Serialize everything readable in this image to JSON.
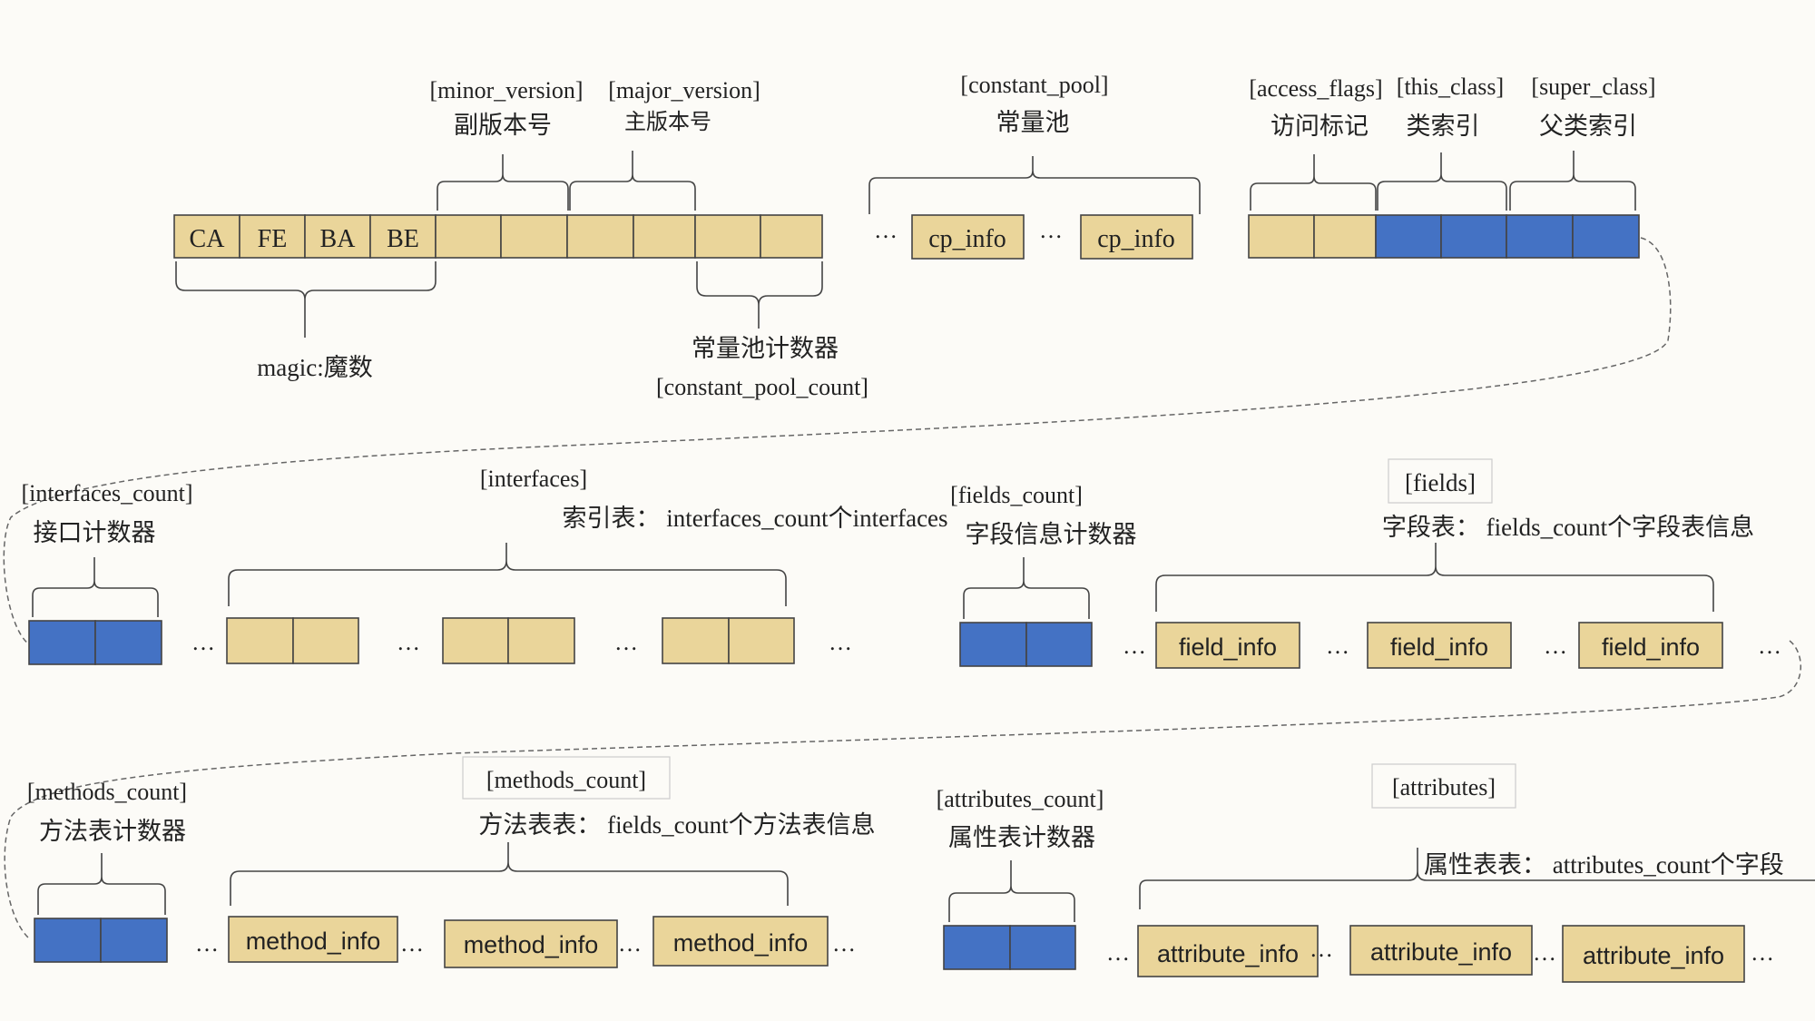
{
  "colors": {
    "background": "#fcfbf7",
    "tan_fill": "#ead59a",
    "blue_fill": "#4472c4",
    "stroke": "#444444",
    "text": "#222222"
  },
  "row1": {
    "magic_bytes": [
      "CA",
      "FE",
      "BA",
      "BE"
    ],
    "magic_label": "magic:魔数",
    "minor_version_name": "[minor_version]",
    "minor_version_desc": "副版本号",
    "major_version_name": "[major_version]",
    "major_version_desc": "主版本号",
    "cp_count_desc": "常量池计数器",
    "cp_count_name": "[constant_pool_count]",
    "constant_pool_name": "[constant_pool]",
    "constant_pool_desc": "常量池",
    "cp_info_label": "cp_info",
    "ellipsis": "…",
    "access_flags_name": "[access_flags]",
    "access_flags_desc": "访问标记",
    "this_class_name": "[this_class]",
    "this_class_desc": "类索引",
    "super_class_name": "[super_class]",
    "super_class_desc": "父类索引"
  },
  "row2": {
    "interfaces_count_name": "[interfaces_count]",
    "interfaces_count_desc": "接口计数器",
    "interfaces_name": "[interfaces]",
    "interfaces_desc": "索引表：  interfaces_count个interfaces",
    "fields_count_name": "[fields_count]",
    "fields_count_desc": "字段信息计数器",
    "fields_name": "[fields]",
    "fields_desc": "字段表：  fields_count个字段表信息",
    "field_info_label": "field_info",
    "ellipsis": "…"
  },
  "row3": {
    "methods_count_name": "[methods_count]",
    "methods_count_desc": "方法表计数器",
    "methods_name": "[methods_count]",
    "methods_desc": "方法表表：  fields_count个方法表信息",
    "method_info_label": "method_info",
    "attributes_count_name": "[attributes_count]",
    "attributes_count_desc": "属性表计数器",
    "attributes_name": "[attributes]",
    "attributes_desc": "属性表表：  attributes_count个字段",
    "attribute_info_label": "attribute_info",
    "ellipsis": "…"
  }
}
